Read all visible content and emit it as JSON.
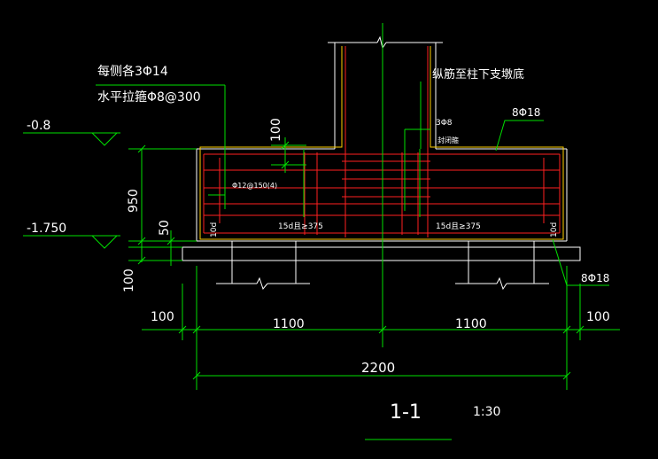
{
  "colors": {
    "background": "#000000",
    "outline": "#ffffff",
    "rebar": "#ff2020",
    "stirrup": "#ffd000",
    "dimension": "#00e000",
    "text": "#ffffff"
  },
  "annotations": {
    "side_bars": "每侧各3Φ14",
    "horizontal_ties": "水平拉箍Φ8@300",
    "long_bars_note": "纵筋至柱下支墩底",
    "top_bars": "8Φ18",
    "ties_3": "3Φ8",
    "stirrup_note": "封闭箍",
    "stirrup_spec": "Φ12@150(4)",
    "anchor_left": "15d且≥375",
    "anchor_right": "15d且≥375",
    "bottom_bars": "8Φ18",
    "hook_left": "10d",
    "hook_right": "10d"
  },
  "elevations": {
    "top": "-0.8",
    "bottom": "-1.750"
  },
  "dimensions": {
    "dim_950": "950",
    "dim_50": "50",
    "dim_100_vertical": "100",
    "dim_100_top": "100",
    "dim_100_left": "100",
    "dim_100_right": "100",
    "dim_1100_left": "1100",
    "dim_1100_right": "1100",
    "dim_2200": "2200"
  },
  "title": {
    "section": "1-1",
    "scale": "1:30"
  }
}
